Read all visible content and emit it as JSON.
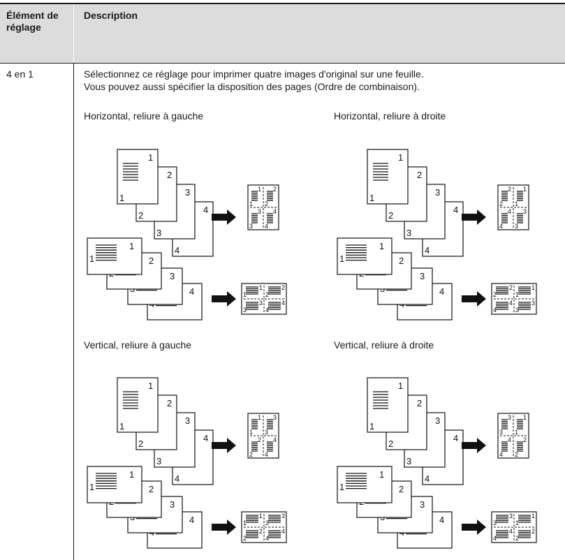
{
  "table": {
    "header": {
      "col1": "Élément de réglage",
      "col2": "Description"
    },
    "row": {
      "item": "4 en 1",
      "description_line1": "Sélectionnez ce réglage pour imprimer quatre images d'original sur une feuille.",
      "description_line2": "Vous pouvez aussi spécifier la disposition des pages (Ordre de combinaison).",
      "options": [
        {
          "label": "Horizontal, reliure à gauche",
          "order": [
            1,
            2,
            3,
            4
          ]
        },
        {
          "label": "Horizontal, reliure à droite",
          "order": [
            2,
            1,
            4,
            3
          ]
        },
        {
          "label": "Vertical, reliure à gauche",
          "order": [
            1,
            3,
            2,
            4
          ]
        },
        {
          "label": "Vertical, reliure à droite",
          "order": [
            3,
            1,
            4,
            2
          ]
        }
      ]
    }
  },
  "page_numbers": [
    "1",
    "2",
    "3",
    "4"
  ]
}
